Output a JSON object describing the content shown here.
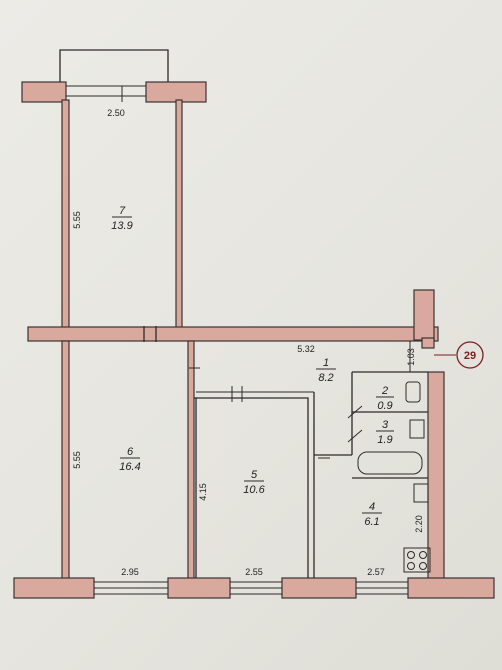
{
  "plan": {
    "apartment_number": "29",
    "rooms": [
      {
        "id": "1",
        "area": "8.2"
      },
      {
        "id": "2",
        "area": "0.9"
      },
      {
        "id": "3",
        "area": "1.9"
      },
      {
        "id": "4",
        "area": "6.1"
      },
      {
        "id": "5",
        "area": "10.6"
      },
      {
        "id": "6",
        "area": "16.4"
      },
      {
        "id": "7",
        "area": "13.9"
      }
    ],
    "dimensions": {
      "balcony_width": "2.50",
      "room7_length": "5.55",
      "room6_length": "5.55",
      "hall_width": "5.32",
      "hall_depth": "1.03",
      "room5_length": "4.15",
      "kitchen_depth": "2.20",
      "room6_width": "2.95",
      "room5_width": "2.55",
      "kitchen_width": "2.57"
    }
  },
  "colors": {
    "wall": "#d9a99d",
    "stamp": "#7a1f1f"
  }
}
